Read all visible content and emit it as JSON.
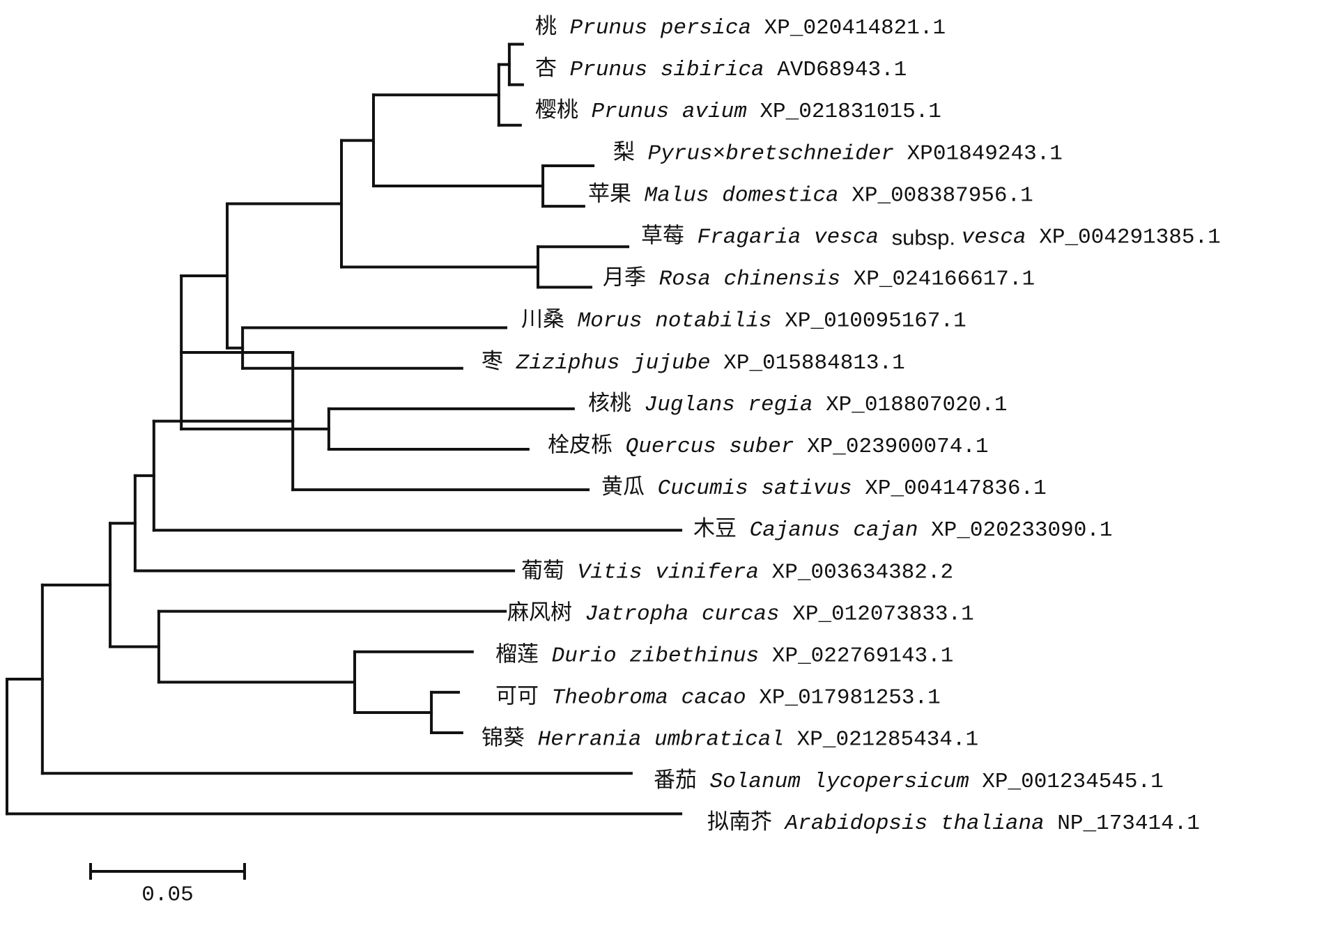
{
  "scale_bar": {
    "value": 0.05,
    "label": "0.05"
  },
  "colors": {
    "line": "#111111",
    "background": "#ffffff"
  },
  "tree": {
    "depth": 0,
    "children": [
      {
        "depth": 0.0115,
        "children": [
          {
            "depth": 0.0335,
            "children": [
              {
                "depth": 0.0416,
                "children": [
                  {
                    "depth": 0.0477,
                    "children": [
                      {
                        "depth": 0.0928,
                        "children": [
                          {
                            "depth": 0.0566,
                            "children": [
                              {
                                "depth": 0.0715,
                                "children": [
                                  {
                                    "depth": 0.1086,
                                    "children": [
                                      {
                                        "depth": 0.119,
                                        "children": [
                                          {
                                            "depth": 0.1597,
                                            "children": [
                                              {
                                                "depth": 0.1631,
                                                "children": [
                                                  {
                                                    "leaf": 0,
                                                    "depth": 0.1674
                                                  },
                                                  {
                                                    "leaf": 1,
                                                    "depth": 0.1674
                                                  }
                                                ]
                                              },
                                              {
                                                "leaf": 2,
                                                "depth": 0.1667
                                              }
                                            ]
                                          },
                                          {
                                            "depth": 0.174,
                                            "children": [
                                              {
                                                "leaf": 3,
                                                "depth": 0.1903
                                              },
                                              {
                                                "leaf": 4,
                                                "depth": 0.1873
                                              }
                                            ]
                                          }
                                        ]
                                      },
                                      {
                                        "depth": 0.1724,
                                        "children": [
                                          {
                                            "leaf": 5,
                                            "depth": 0.2016
                                          },
                                          {
                                            "leaf": 6,
                                            "depth": 0.1896
                                          }
                                        ]
                                      }
                                    ]
                                  },
                                  {
                                    "depth": 0.0765,
                                    "children": [
                                      {
                                        "leaf": 7,
                                        "depth": 0.162
                                      },
                                      {
                                        "leaf": 8,
                                        "depth": 0.1477
                                      }
                                    ]
                                  }
                                ]
                              },
                              {
                                "depth": 0.1045,
                                "children": [
                                  {
                                    "leaf": 9,
                                    "depth": 0.1839
                                  },
                                  {
                                    "leaf": 10,
                                    "depth": 0.1692
                                  }
                                ]
                              }
                            ]
                          },
                          {
                            "leaf": 11,
                            "depth": 0.1887
                          }
                        ]
                      },
                      {
                        "leaf": 12,
                        "depth": 0.2188
                      }
                    ]
                  },
                  {
                    "leaf": 13,
                    "depth": 0.1645
                  }
                ]
              },
              {
                "depth": 0.0493,
                "children": [
                  {
                    "leaf": 14,
                    "depth": 0.1618
                  },
                  {
                    "depth": 0.1129,
                    "children": [
                      {
                        "leaf": 15,
                        "depth": 0.1511
                      },
                      {
                        "depth": 0.1378,
                        "children": [
                          {
                            "leaf": 16,
                            "depth": 0.1466
                          },
                          {
                            "leaf": 17,
                            "depth": 0.1477
                          }
                        ]
                      }
                    ]
                  }
                ]
              }
            ]
          },
          {
            "leaf": 18,
            "depth": 0.2027
          }
        ]
      },
      {
        "leaf": 19,
        "depth": 0.2188
      }
    ]
  },
  "leaves": [
    {
      "cn": "桃",
      "species": [
        {
          "t": "Prunus persica",
          "i": true
        }
      ],
      "acc": "XP_020414821.1"
    },
    {
      "cn": "杏",
      "species": [
        {
          "t": "Prunus sibirica",
          "i": true
        }
      ],
      "acc": "AVD68943.1"
    },
    {
      "cn": "樱桃",
      "species": [
        {
          "t": "Prunus avium",
          "i": true
        }
      ],
      "acc": "XP_021831015.1"
    },
    {
      "cn": "梨",
      "species": [
        {
          "t": "Pyrus×bretschneider",
          "i": true
        }
      ],
      "acc": "XP01849243.1"
    },
    {
      "cn": "苹果",
      "species": [
        {
          "t": "Malus domestica",
          "i": true
        }
      ],
      "acc": "XP_008387956.1"
    },
    {
      "cn": "草莓",
      "species": [
        {
          "t": "Fragaria vesca",
          "i": true
        },
        {
          "t": "subsp.",
          "i": false
        },
        {
          "t": "vesca",
          "i": true
        }
      ],
      "acc": "XP_004291385.1"
    },
    {
      "cn": "月季",
      "species": [
        {
          "t": "Rosa chinensis",
          "i": true
        }
      ],
      "acc": "XP_024166617.1"
    },
    {
      "cn": "川桑",
      "species": [
        {
          "t": "Morus notabilis",
          "i": true
        }
      ],
      "acc": "XP_010095167.1"
    },
    {
      "cn": "枣",
      "species": [
        {
          "t": "Ziziphus jujube",
          "i": true
        }
      ],
      "acc": "XP_015884813.1"
    },
    {
      "cn": "核桃",
      "species": [
        {
          "t": "Juglans regia",
          "i": true
        }
      ],
      "acc": "XP_018807020.1"
    },
    {
      "cn": "栓皮栎",
      "species": [
        {
          "t": "Quercus suber",
          "i": true
        }
      ],
      "acc": "XP_023900074.1"
    },
    {
      "cn": "黄瓜",
      "species": [
        {
          "t": "Cucumis sativus",
          "i": true
        }
      ],
      "acc": "XP_004147836.1"
    },
    {
      "cn": "木豆",
      "species": [
        {
          "t": "Cajanus cajan",
          "i": true
        }
      ],
      "acc": "XP_020233090.1"
    },
    {
      "cn": "葡萄",
      "species": [
        {
          "t": "Vitis vinifera",
          "i": true
        }
      ],
      "acc": "XP_003634382.2"
    },
    {
      "cn": "麻风树",
      "species": [
        {
          "t": "Jatropha curcas",
          "i": true
        }
      ],
      "acc": "XP_012073833.1"
    },
    {
      "cn": "榴莲",
      "species": [
        {
          "t": "Durio zibethinus",
          "i": true
        }
      ],
      "acc": "XP_022769143.1"
    },
    {
      "cn": "可可",
      "species": [
        {
          "t": "Theobroma cacao",
          "i": true
        }
      ],
      "acc": "XP_017981253.1"
    },
    {
      "cn": "锦葵",
      "species": [
        {
          "t": "Herrania umbratical",
          "i": true
        }
      ],
      "acc": "XP_021285434.1"
    },
    {
      "cn": "番茄",
      "species": [
        {
          "t": "Solanum lycopersicum",
          "i": true
        }
      ],
      "acc": "XP_001234545.1"
    },
    {
      "cn": "拟南芥",
      "species": [
        {
          "t": "Arabidopsis thaliana",
          "i": true
        }
      ],
      "acc": "NP_173414.1"
    }
  ]
}
